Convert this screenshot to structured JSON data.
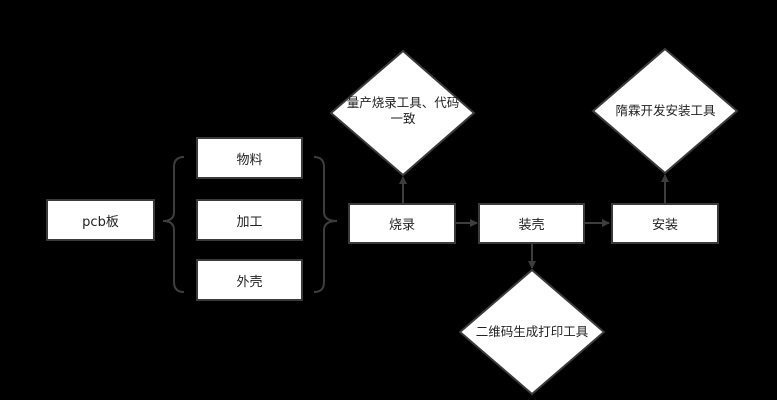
{
  "colors": {
    "background": "#000000",
    "node_fill": "#ffffff",
    "node_stroke": "#3a3a3a",
    "connector": "#3d3d3d",
    "text": "#222222"
  },
  "nodes": {
    "pcb": "pcb板",
    "material": "物料",
    "processing": "加工",
    "shell": "外壳",
    "burn": "烧录",
    "assemble_shell": "装壳",
    "install": "安装"
  },
  "decisions": {
    "burn_tool": {
      "line1": "量产烧录工具、代码",
      "line2": "一致"
    },
    "install_tool": "隋霖开发安装工具",
    "qrcode_tool": "二维码生成打印工具"
  }
}
